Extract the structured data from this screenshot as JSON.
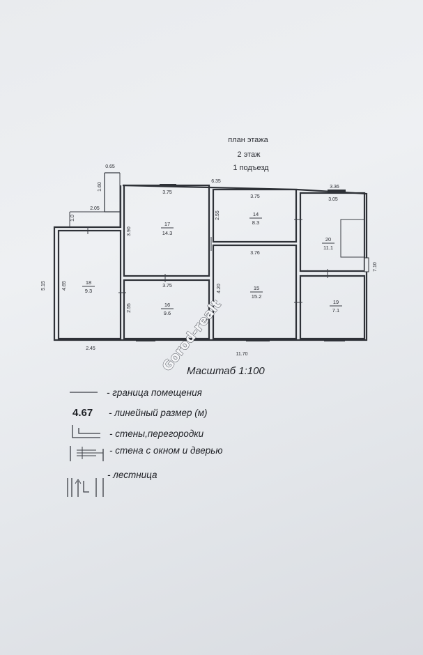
{
  "title": {
    "line1": "план этажа",
    "line2": "2 этаж",
    "line3": "1 подъезд"
  },
  "dimensions": {
    "stair_top": "0.65",
    "stair_side": "1.60",
    "top_total": "6.35",
    "top_right": "3.36",
    "left_step": "2.05",
    "left_small": "1.0",
    "left_outer": "5.15",
    "left_inner": "4.65",
    "bottom_left": "2.45",
    "bottom_total": "11.70",
    "right_total": "7.10",
    "r17_width": "3.75",
    "r17_height": "3.90",
    "r14_width": "3.75",
    "r14_height": "2.55",
    "r15_width": "3.76",
    "r15_height": "4.20",
    "r16_width": "3.75",
    "r16_height": "2.55",
    "r20_width": "3.05"
  },
  "rooms": [
    {
      "id": "r17",
      "number": "17",
      "area": "14.3"
    },
    {
      "id": "r14",
      "number": "14",
      "area": "8.3"
    },
    {
      "id": "r20",
      "number": "20",
      "area": "11.1"
    },
    {
      "id": "r18",
      "number": "18",
      "area": "9.3"
    },
    {
      "id": "r16",
      "number": "16",
      "area": "9.6"
    },
    {
      "id": "r15",
      "number": "15",
      "area": "15.2"
    },
    {
      "id": "r19",
      "number": "19",
      "area": "7.1"
    }
  ],
  "watermark": "Gorod-realt",
  "scale_text": "Масштаб 1:100",
  "legend": {
    "room_border": "- граница  помещения",
    "linear_value": "4.67",
    "linear_text": "- линейный размер (м)",
    "walls": "- стены,перегородки",
    "window_door": "- стена с окном и дверью",
    "stairs": "- лестница"
  }
}
